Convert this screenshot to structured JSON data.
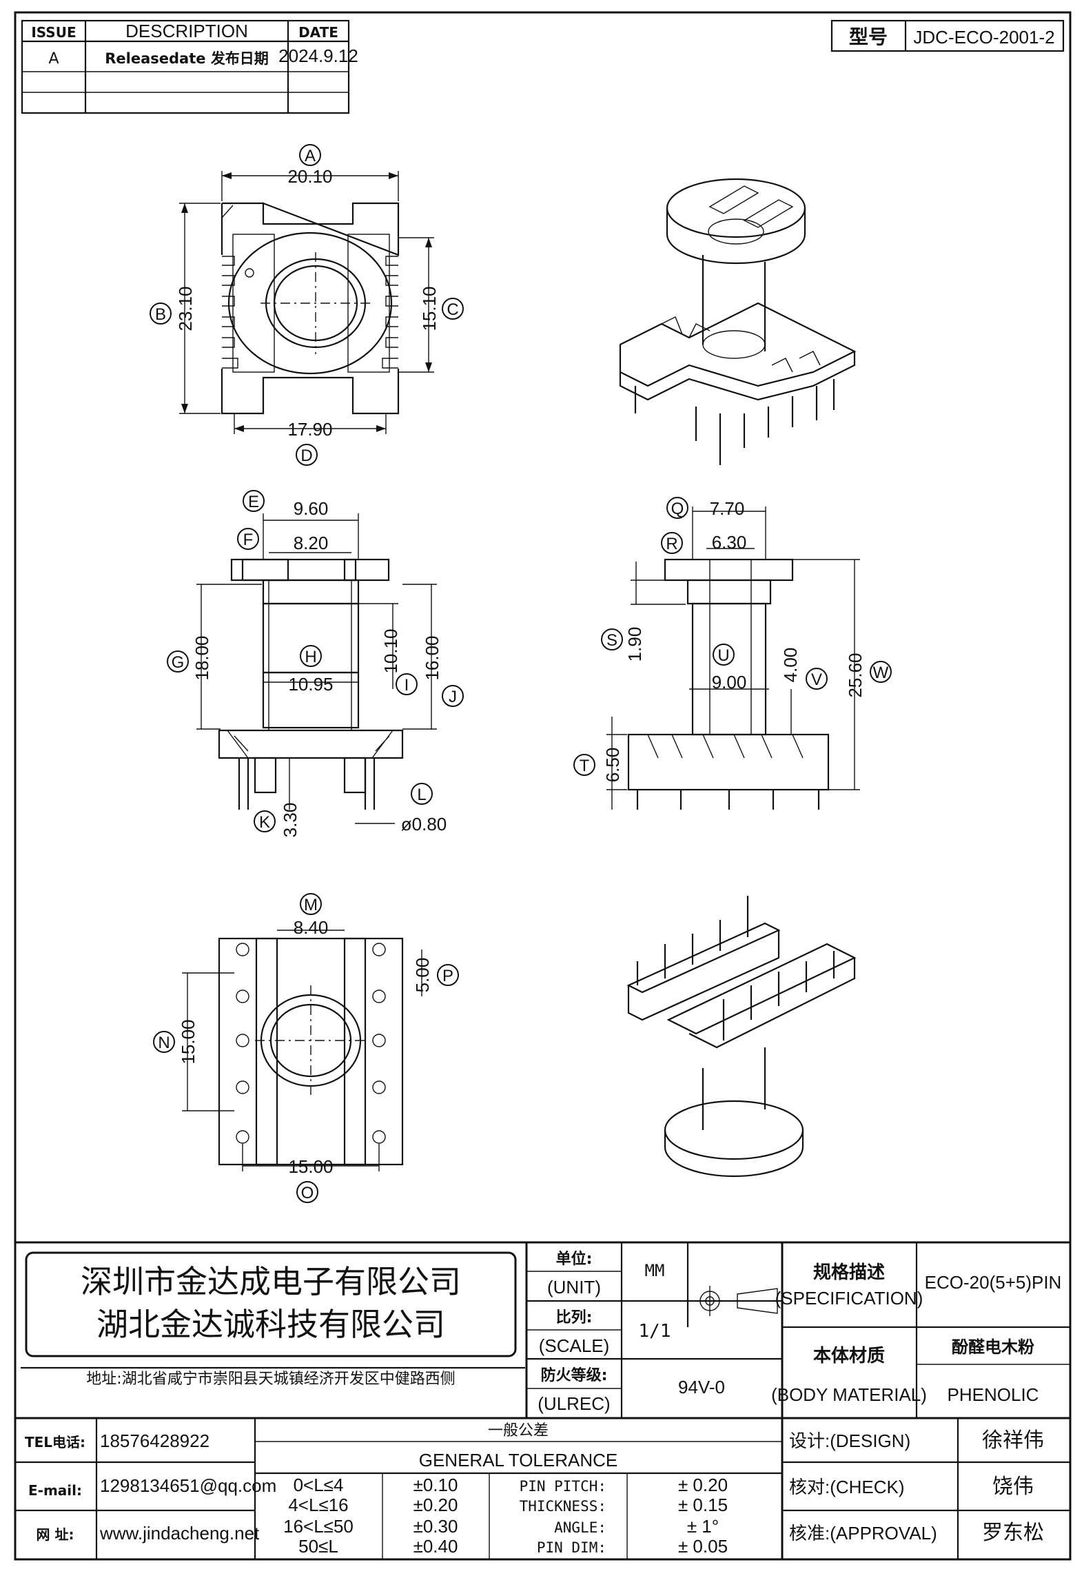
{
  "revision_table": {
    "headers": [
      "ISSUE",
      "DESCRIPTION",
      "DATE"
    ],
    "rows": [
      {
        "issue": "A",
        "description": "Releasedate 发布日期",
        "date": "2024.9.12"
      }
    ]
  },
  "model_box": {
    "label": "型号",
    "value": "JDC-ECO-2001-2"
  },
  "views": {
    "top": {
      "dims": {
        "A": "20.10",
        "B": "23.10",
        "C": "15.10",
        "D": "17.90"
      }
    },
    "front": {
      "dims": {
        "E": "9.60",
        "F": "8.20",
        "G": "18.00",
        "H": "10.95",
        "I": "10.10",
        "J": "16.00",
        "K": "3.30",
        "L": "ø0.80"
      }
    },
    "side": {
      "dims": {
        "Q": "7.70",
        "R": "6.30",
        "S": "1.90",
        "U": "9.00",
        "V": "4.00",
        "W": "25.60",
        "T": "6.50"
      }
    },
    "bottom": {
      "dims": {
        "M": "8.40",
        "N": "15.00",
        "P": "5.00",
        "O": "15.00"
      }
    }
  },
  "company": {
    "name_1": "深圳市金达成电子有限公司",
    "name_2": "湖北金达诚科技有限公司",
    "address": "地址:湖北省咸宁市崇阳县天城镇经济开发区中健路西侧"
  },
  "unit": {
    "label_cn": "单位:",
    "label_en": "(UNIT)",
    "value": "MM"
  },
  "scale": {
    "label_cn": "比列:",
    "label_en": "(SCALE)",
    "value": "1/1"
  },
  "fire_rating": {
    "label_cn": "防火等级:",
    "label_en": "(ULREC)",
    "value": "94V-0"
  },
  "specification": {
    "label_cn": "规格描述",
    "label_en": "(SPECIFICATION)",
    "value": "ECO-20(5+5)PIN"
  },
  "body_material": {
    "label_cn": "本体材质",
    "label_en": "(BODY MATERIAL)",
    "value_cn": "酚醛电木粉",
    "value_en": "PHENOLIC"
  },
  "contact": {
    "tel_label": "TEL电话:",
    "tel": "18576428922",
    "email_label": "E-mail:",
    "email": "1298134651@qq.com",
    "web_label": "网   址:",
    "web": "www.jindacheng.net"
  },
  "tolerance": {
    "title_cn": "一般公差",
    "title_en": "GENERAL TOLERANCE",
    "ranges": [
      {
        "range": "0<L≤4",
        "value": "±0.10"
      },
      {
        "range": "4<L≤16",
        "value": "±0.20"
      },
      {
        "range": "16<L≤50",
        "value": "±0.30"
      },
      {
        "range": "50≤L",
        "value": "±0.40"
      }
    ],
    "others": [
      {
        "label": "PIN PITCH:",
        "value": "±  0.20"
      },
      {
        "label": "THICKNESS:",
        "value": "±  0.15"
      },
      {
        "label": "ANGLE:",
        "value": "±  1°"
      },
      {
        "label": "PIN DIM:",
        "value": "±  0.05"
      }
    ]
  },
  "signoff": {
    "design_label": "设计:(DESIGN)",
    "design": "徐祥伟",
    "check_label": "核对:(CHECK)",
    "check": "饶伟",
    "approval_label": "核准:(APPROVAL)",
    "approval": "罗东松"
  }
}
